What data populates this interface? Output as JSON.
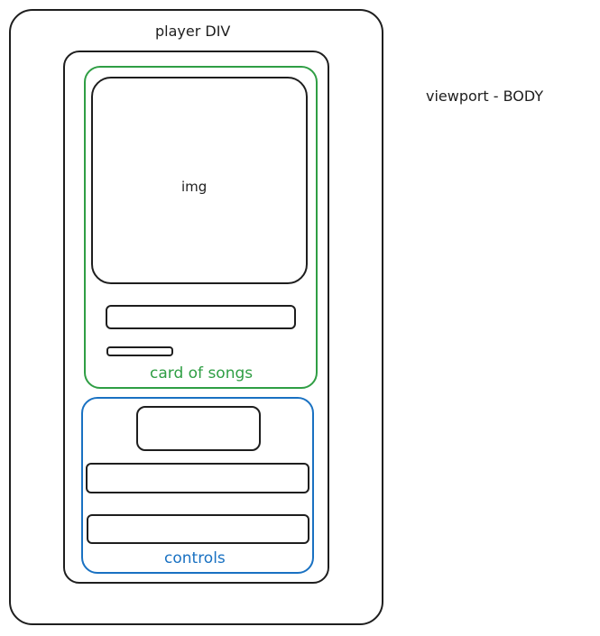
{
  "labels": {
    "player": "player DIV",
    "viewport": "viewport - BODY",
    "img": "img",
    "card": "card of songs",
    "controls": "controls"
  },
  "colors": {
    "background": "#ffffff",
    "stroke": "#1e1e1e",
    "card_stroke": "#2f9e44",
    "controls_stroke": "#1971c2"
  }
}
